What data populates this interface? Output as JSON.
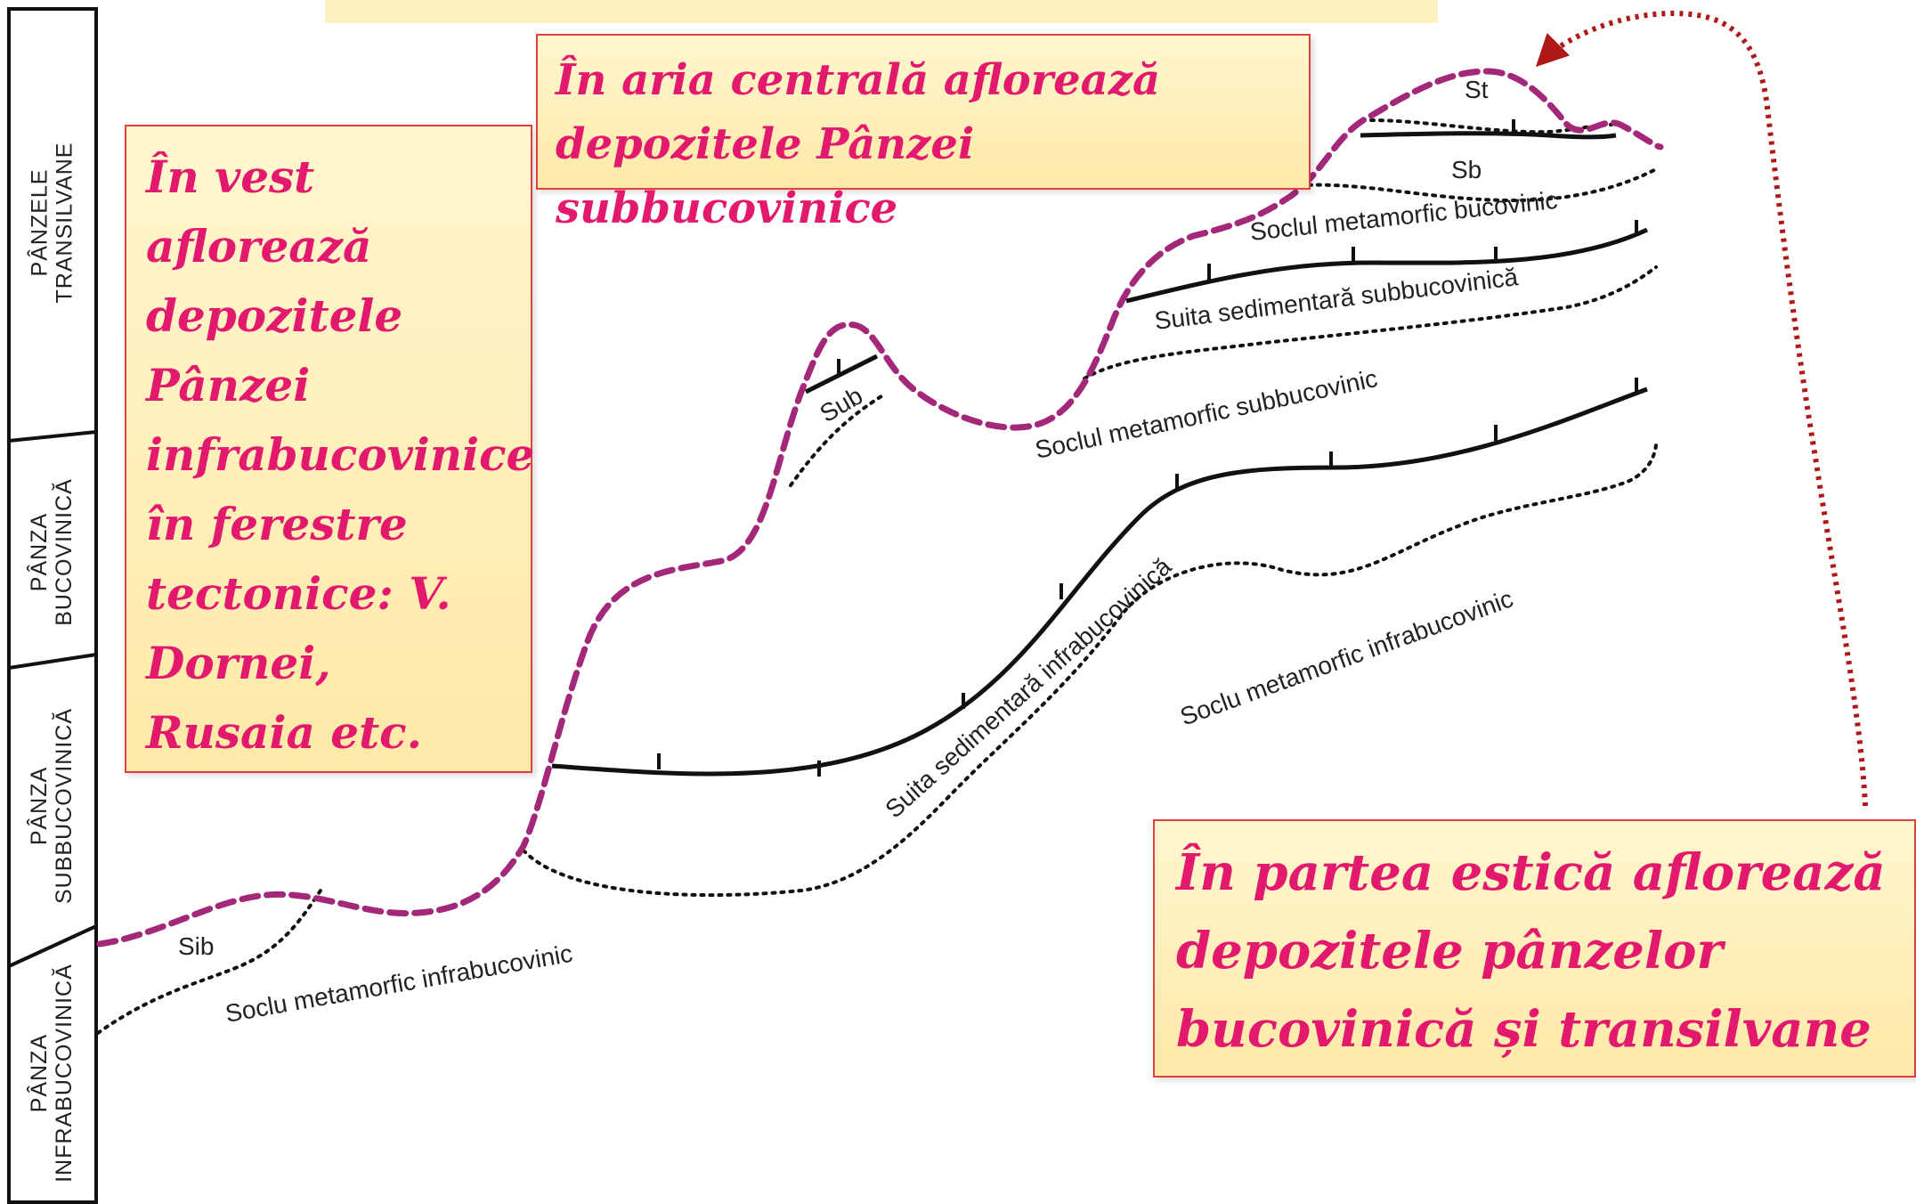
{
  "column_labels": [
    {
      "id": "transilvane",
      "text": "PÂNZELE\nTRANSILVANE"
    },
    {
      "id": "bucovinica",
      "text": "PÂNZA\nBUCOVINICĂ"
    },
    {
      "id": "subbucovinica",
      "text": "PÂNZA\nSUBBUCOVINICĂ"
    },
    {
      "id": "infrabucovinica",
      "text": "PÂNZA\nINFRABUCOVINICĂ"
    }
  ],
  "diagram_labels": {
    "st": "St",
    "sb": "Sb",
    "sub": "Sub",
    "sib": "Sib",
    "soclul_bucovinic": "Soclul metamorfic bucovinic",
    "suita_subbucovinica": "Suita sedimentară subbucovinică",
    "soclul_subbucovinic": "Soclul metamorfic subbucovinic",
    "suita_infrabucovinica": "Suita sedimentară infrabucovinică",
    "soclu_infrabucovinic_east": "Soclu metamorfic infrabucovinic",
    "soclu_infrabucovinic_west": "Soclu metamorfic infrabucovinic"
  },
  "callouts": {
    "west": "În vest aflorează depozitele Pânzei infrabucovinice în ferestre tectonice: V. Dornei, Rusaia etc.",
    "central": "În aria centrală aflorează depozitele Pânzei subbucovinice",
    "east": "În partea estică aflorează depozitele pânzelor bucovinică și transilvane"
  },
  "colors": {
    "surface_line": "#a3287a",
    "arrow": "#b01818",
    "callout_text": "#e3196d",
    "callout_border": "#e04040"
  }
}
